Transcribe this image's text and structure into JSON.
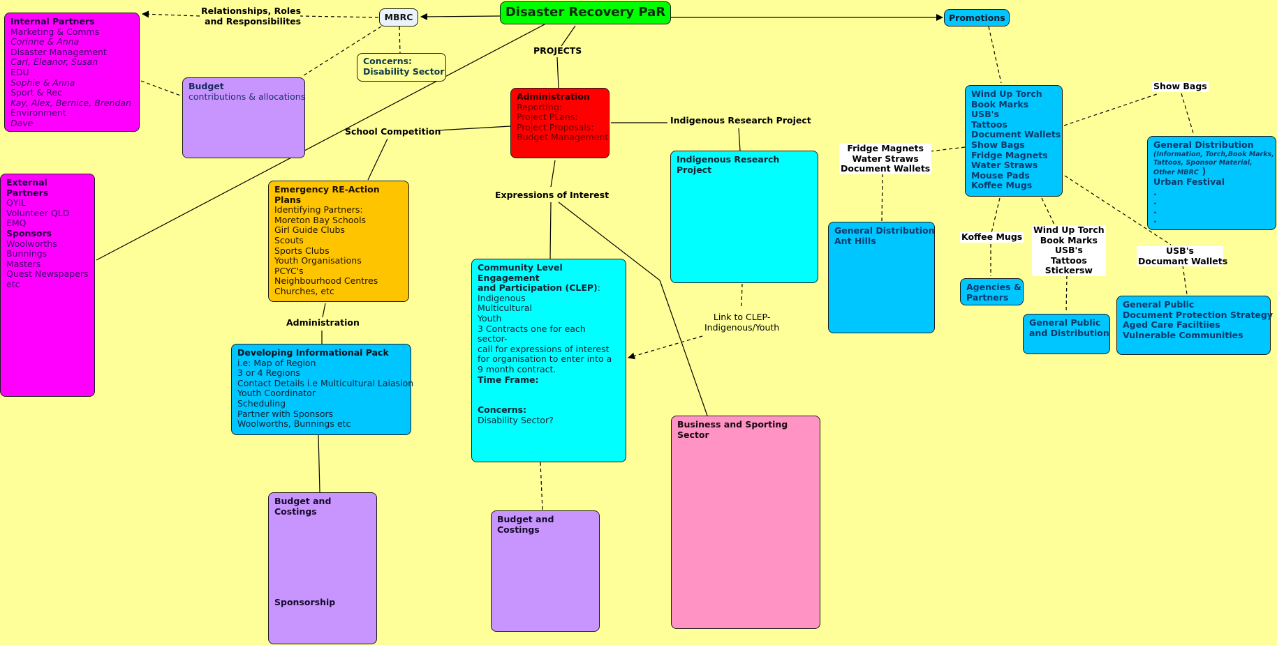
{
  "title": "Disaster Recovery PaR",
  "mbrc": "MBRC",
  "promotions": "Promotions",
  "concerns_disability": {
    "title": "Concerns:",
    "line": "Disability Sector"
  },
  "internal_partners": {
    "title": "Internal Partners",
    "lines": [
      {
        "text": "Marketing & Comms",
        "italic": false
      },
      {
        "text": "Corinne & Anna",
        "italic": true
      },
      {
        "text": "Disaster Management",
        "italic": false
      },
      {
        "text": "Carl, Eleanor, Susan",
        "italic": true
      },
      {
        "text": "EDU",
        "italic": false
      },
      {
        "text": "Sophie & Anna",
        "italic": true
      },
      {
        "text": "Sport & Rec",
        "italic": false
      },
      {
        "text": "Kay, Alex, Bernice, Brendan",
        "italic": true
      },
      {
        "text": "Environment",
        "italic": false
      },
      {
        "text": "Dave",
        "italic": true
      }
    ]
  },
  "budget": {
    "title": "Budget",
    "line": "contributions & allocations"
  },
  "external_partners": {
    "title": "External Partners",
    "lines": [
      {
        "text": "QYIL",
        "bold": false
      },
      {
        "text": "Volunteer QLD",
        "bold": false
      },
      {
        "text": "EMQ",
        "bold": false
      },
      {
        "text": "Sponsors",
        "bold": true
      },
      {
        "text": "Woolworths",
        "bold": false
      },
      {
        "text": "Bunnings",
        "bold": false
      },
      {
        "text": "Masters",
        "bold": false
      },
      {
        "text": "Quest Newspapers",
        "bold": false
      },
      {
        "text": "etc",
        "bold": false
      }
    ]
  },
  "administration": {
    "title": "Administration",
    "lines": [
      "Reporting:",
      "Project PLans:",
      "Project Proposals:",
      "Budget Management"
    ]
  },
  "emergency_plans": {
    "title": "Emergency RE-Action Plans",
    "lines": [
      "Identifying Partners:",
      "Moreton Bay Schools",
      "Girl Guide Clubs",
      "Scouts",
      "Sports Clubs",
      "Youth Organisations",
      "PCYC's",
      "Neighbourhood Centres",
      "Churches, etc"
    ]
  },
  "info_pack": {
    "title": "Developing Informational Pack",
    "lines": [
      "i.e: Map of Region",
      "3 or 4 Regions",
      "Contact Details i.e Multicultural Laiasion",
      "Youth Coordinator",
      "Scheduling",
      "Partner with Sponsors",
      "Woolworths, Bunnings etc"
    ]
  },
  "budget_costings_left": {
    "title": "Budget and Costings",
    "sub": "Sponsorship"
  },
  "budget_costings_mid": {
    "title": "Budget and Costings"
  },
  "clep": {
    "title1": "Community Level Engagement",
    "title2": "and Participation (CLEP)",
    "title2_suffix": ":",
    "lines": [
      "Indigenous",
      "Multicultural",
      "Youth",
      "3 Contracts one for each",
      "sector-",
      "call for expressions of interest",
      "for organisation to enter into a",
      "9 month contract."
    ],
    "time_frame": "Time Frame:",
    "concerns": "Concerns:",
    "concerns_line": "Disability Sector?"
  },
  "indigenous_box": {
    "title": "Indigenous Research Project"
  },
  "business_box": {
    "title": "Business and Sporting Sector"
  },
  "promo_items": [
    "Wind Up Torch",
    "Book Marks",
    "USB's",
    "Tattoos",
    "Document Wallets",
    "Show Bags",
    "Fridge Magnets",
    "Water Straws",
    "Mouse Pads",
    "Koffee Mugs"
  ],
  "gen_dist_ant": {
    "lines": [
      "General Distribution",
      "Ant Hills"
    ]
  },
  "agencies": {
    "lines": [
      "Agencies &",
      "Partners"
    ]
  },
  "gen_public_dist": {
    "lines": [
      "General Public",
      "and Distribution"
    ]
  },
  "gen_public_doc": {
    "lines": [
      "General Public",
      "Document Protection Strategy",
      "Aged Care Faciltiies",
      "Vulnerable Communities"
    ]
  },
  "gen_dist_urban": {
    "title": "General Distribution",
    "italic_lines": [
      "(Information, Torch,Book Marks,",
      "Tattoos, Sponsor Material,",
      "Other MBRC"
    ],
    "close_paren": ")",
    "festival": "Urban Festival",
    "dots": [
      ".",
      ".",
      ".",
      "."
    ]
  },
  "labels": {
    "relationships": [
      "Relationships, Roles",
      "and Responsibilites"
    ],
    "projects": "PROJECTS",
    "school_competition": "School Competition",
    "expressions": "Expressions of Interest",
    "administration_link": "Administration",
    "indigenous_link": "Indigenous Research Project",
    "link_clep": [
      "Link to CLEP-",
      "Indigenous/Youth"
    ],
    "fridge": [
      "Fridge Magnets",
      "Water Straws",
      "Document Wallets"
    ],
    "show_bags": "Show Bags",
    "koffee": "Koffee Mugs",
    "windup": [
      "Wind Up Torch",
      "Book Marks",
      "USB's",
      "Tattoos",
      "Stickersw"
    ],
    "usbs": [
      "USB's",
      "Documant Wallets"
    ]
  },
  "colors": {
    "background": "#ffff99",
    "root": "#00ff00",
    "internal_partners": "#ff00ff",
    "budget": "#c895ff",
    "administration": "#ff0000",
    "emergency": "#ffc400",
    "info_pack": "#00c6ff",
    "clep": "#00ffff",
    "business": "#ff93c4"
  }
}
